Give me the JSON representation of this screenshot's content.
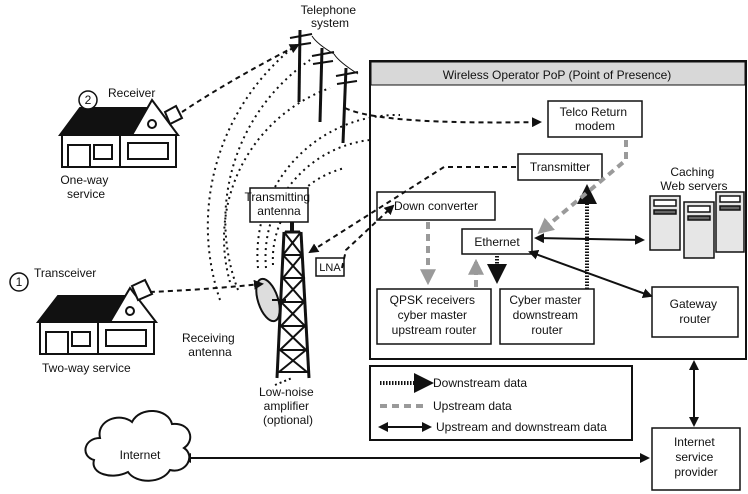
{
  "pop": {
    "title": "Wireless Operator PoP (Point of Presence)",
    "telco_return": [
      "Telco Return",
      "modem"
    ],
    "transmitter": "Transmitter",
    "down_converter": "Down converter",
    "ethernet": "Ethernet",
    "caching": [
      "Caching",
      "Web servers"
    ],
    "qpsk": [
      "QPSK receivers",
      "cyber master",
      "upstream router"
    ],
    "cyber_downstream": [
      "Cyber master",
      "downstream",
      "router"
    ],
    "gateway": [
      "Gateway",
      "router"
    ]
  },
  "telephone": [
    "Telephone",
    "system"
  ],
  "receiver": {
    "number": "2",
    "label": "Receiver",
    "service": [
      "One-way",
      "service"
    ]
  },
  "transceiver": {
    "number": "1",
    "label": "Transceiver",
    "service": "Two-way service"
  },
  "tower": {
    "transmitting_antenna": [
      "Transmitting",
      "antenna"
    ],
    "lna": "LNA",
    "receiving_antenna": [
      "Receiving",
      "antenna"
    ],
    "low_noise_amplifier": [
      "Low-noise",
      "amplifier",
      "(optional)"
    ]
  },
  "legend": {
    "downstream": "Downstream data",
    "upstream": "Upstream data",
    "both": "Upstream and downstream data"
  },
  "internet": "Internet",
  "isp": [
    "Internet",
    "service",
    "provider"
  ]
}
